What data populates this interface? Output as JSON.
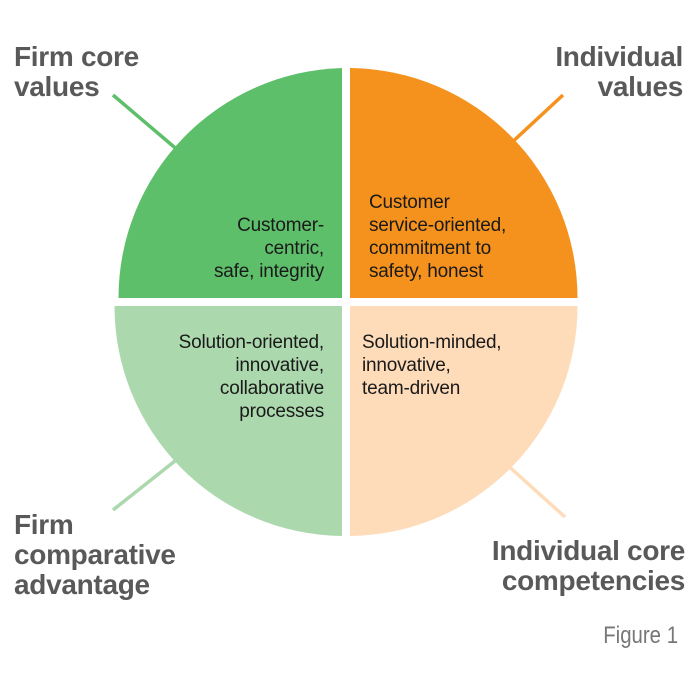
{
  "colors": {
    "firm_core_values": "#5ebf6b",
    "individual_values": "#f5921e",
    "firm_comparative_advantage": "#acd8ae",
    "individual_core_competencies": "#fedcb9",
    "label_text": "#595959"
  },
  "labels": {
    "top_left": [
      "Firm core",
      "values"
    ],
    "top_right": [
      "Individual",
      "values"
    ],
    "bottom_left": [
      "Firm",
      "comparative",
      "advantage"
    ],
    "bottom_right": [
      "Individual core",
      "competencies"
    ]
  },
  "quadrants": {
    "top_left": [
      "Customer-",
      "centric,",
      "safe, integrity"
    ],
    "top_right": [
      "Customer",
      "service-oriented,",
      "commitment to",
      "safety, honest"
    ],
    "bottom_left": [
      "Solution-oriented,",
      "innovative,",
      "collaborative",
      "processes"
    ],
    "bottom_right": [
      "Solution-minded,",
      "innovative,",
      "team-driven"
    ]
  },
  "figure_label": "Figure 1"
}
